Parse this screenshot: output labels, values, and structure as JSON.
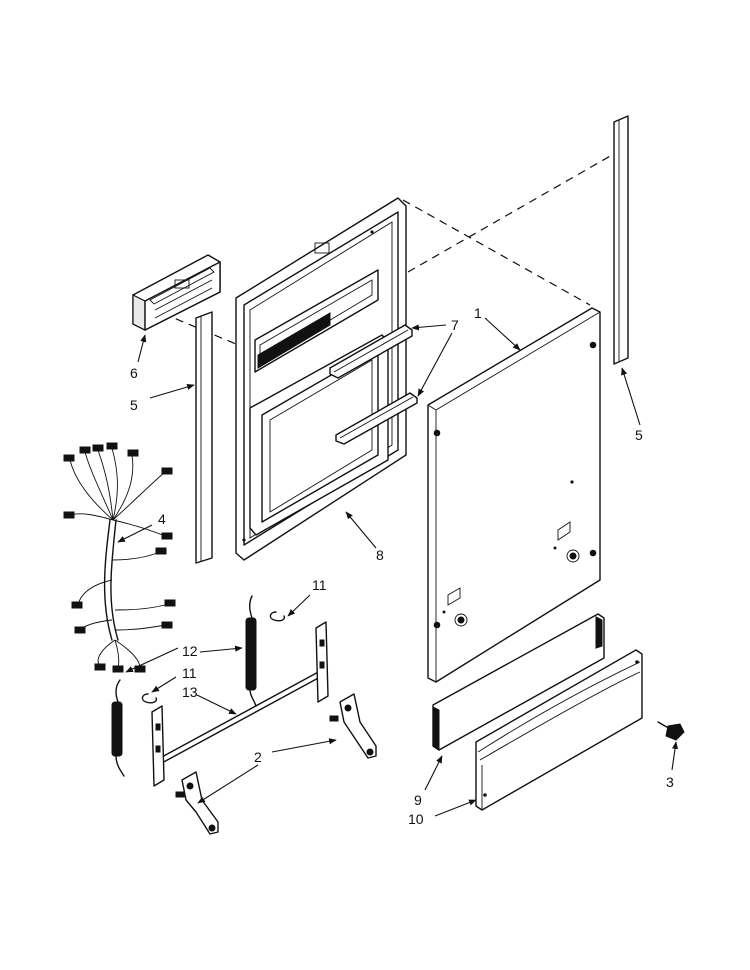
{
  "callouts": {
    "c1": "1",
    "c2": "2",
    "c3": "3",
    "c4": "4",
    "c5a": "5",
    "c5b": "5",
    "c6": "6",
    "c7": "7",
    "c8": "8",
    "c9": "9",
    "c10": "10",
    "c11a": "11",
    "c11b": "11",
    "c12": "12",
    "c13": "13"
  }
}
